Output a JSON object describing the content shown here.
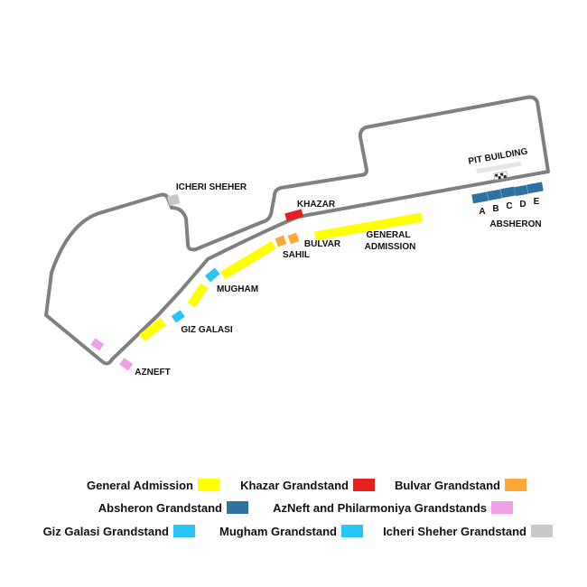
{
  "colors": {
    "track": "#808080",
    "general_admission": "#ffff00",
    "khazar": "#e62020",
    "bulvar": "#ffa938",
    "absheron": "#2f71a0",
    "azneft": "#f0a0e8",
    "giz_galasi": "#29c5f6",
    "mugham": "#29c5f6",
    "icheri_sheher": "#c8c8c8",
    "pit": "#e6e6e6"
  },
  "map": {
    "labels": {
      "pit_building": "PIT BUILDING",
      "icheri_sheher": "ICHERI SHEHER",
      "khazar": "KHAZAR",
      "general_admission_line1": "GENERAL",
      "general_admission_line2": "ADMISSION",
      "bulvar": "BULVAR",
      "sahil": "SAHIL",
      "mugham": "MUGHAM",
      "giz_galasi": "GIZ GALASI",
      "azneft": "AZNEFT",
      "absheron": "ABSHERON",
      "absheron_sections": [
        "A",
        "B",
        "C",
        "D",
        "E"
      ]
    },
    "icons": {
      "start_finish": "checkered-flag-icon"
    }
  },
  "legend": {
    "general_admission": "General Admission",
    "khazar": "Khazar Grandstand",
    "bulvar": "Bulvar Grandstand",
    "absheron": "Absheron Grandstand",
    "azneft_philarmoniya": "AzNeft and Philarmoniya Grandstands",
    "giz_galasi": "Giz Galasi Grandstand",
    "mugham": "Mugham Grandstand",
    "icheri_sheher": "Icheri Sheher Grandstand"
  }
}
